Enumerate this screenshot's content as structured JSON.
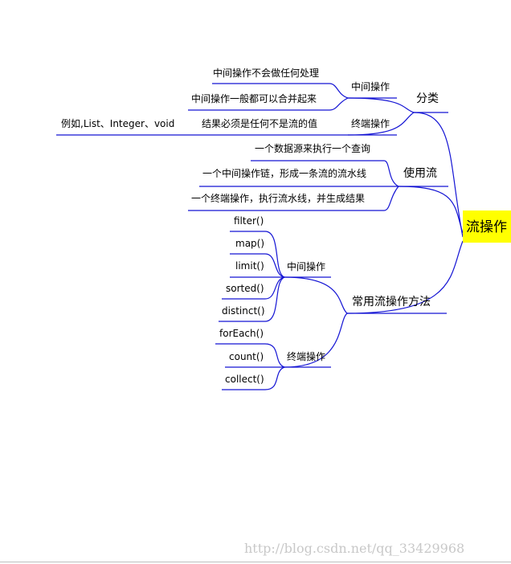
{
  "root": {
    "label": "流操作",
    "highlight": "#ffff00"
  },
  "line_color": "#1414d4",
  "branches": {
    "classification": {
      "label": "分类",
      "intermediate": {
        "label": "中间操作",
        "items": [
          "中间操作不会做任何处理",
          "中间操作一般都可以合并起来"
        ]
      },
      "terminal": {
        "label": "终端操作",
        "item": "结果必须是任何不是流的值",
        "example": "例如,List、Integer、void"
      }
    },
    "usage": {
      "label": "使用流",
      "items": [
        "一个数据源来执行一个查询",
        "一个中间操作链，形成一条流的流水线",
        "一个终端操作，执行流水线，并生成结果"
      ]
    },
    "methods": {
      "label": "常用流操作方法",
      "intermediate": {
        "label": "中间操作",
        "items": [
          "filter()",
          "map()",
          "limit()",
          "sorted()",
          "distinct()"
        ]
      },
      "terminal": {
        "label": "终端操作",
        "items": [
          "forEach()",
          "count()",
          "collect()"
        ]
      }
    }
  },
  "watermark": "http://blog.csdn.net/qq_33429968"
}
